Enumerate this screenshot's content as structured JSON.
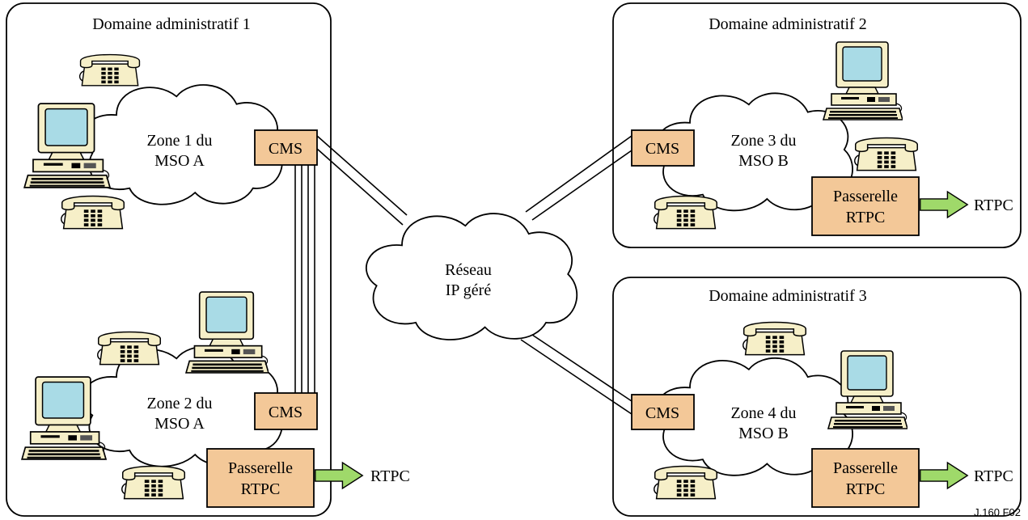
{
  "domains": {
    "d1": {
      "title": "Domaine administratif 1"
    },
    "d2": {
      "title": "Domaine administratif 2"
    },
    "d3": {
      "title": "Domaine administratif 3"
    }
  },
  "zones": {
    "z1": {
      "line1": "Zone 1 du",
      "line2": "MSO A"
    },
    "z2": {
      "line1": "Zone 2 du",
      "line2": "MSO A"
    },
    "z3": {
      "line1": "Zone 3 du",
      "line2": "MSO B"
    },
    "z4": {
      "line1": "Zone 4 du",
      "line2": "MSO B"
    }
  },
  "cms_label": "CMS",
  "gateway": {
    "line1": "Passerelle",
    "line2": "RTPC"
  },
  "pstn_label": "RTPC",
  "network": {
    "line1": "Réseau",
    "line2": "IP géré"
  },
  "figure_id": "J.160  F02",
  "colors": {
    "box_fill": "#f3c898",
    "box_stroke": "#000000",
    "arrow_fill": "#9fd96a",
    "screen": "#a9dbe6",
    "device_body": "#f6efc8"
  },
  "icons": {
    "computer": "computer-icon",
    "phone": "telephone-icon"
  }
}
